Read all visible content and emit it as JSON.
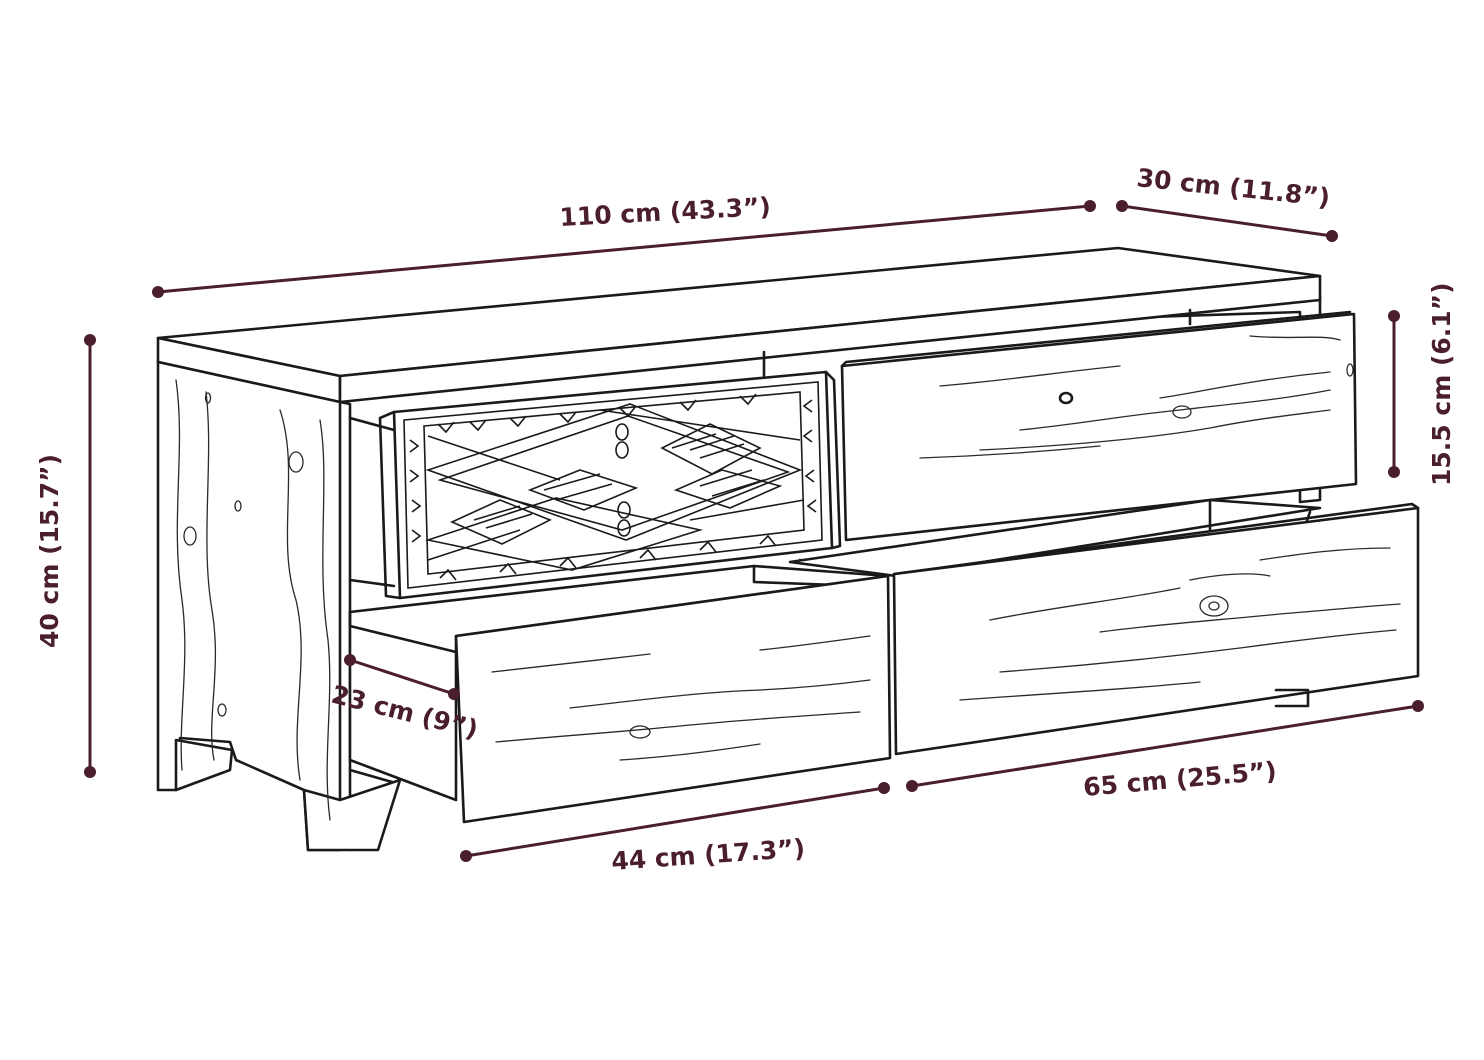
{
  "colors": {
    "dimension": "#4a1e2c",
    "outline": "#1a1a1a",
    "background": "#ffffff"
  },
  "dimensions": {
    "width": "110 cm (43.3”)",
    "depth": "30 cm (11.8”)",
    "height": "40 cm (15.7”)",
    "drawer_height": "15.5 cm (6.1”)",
    "drawer_depth": "23 cm (9”)",
    "small_drawer_width": "44 cm (17.3”)",
    "large_drawer_width": "65 cm (25.5”)"
  }
}
